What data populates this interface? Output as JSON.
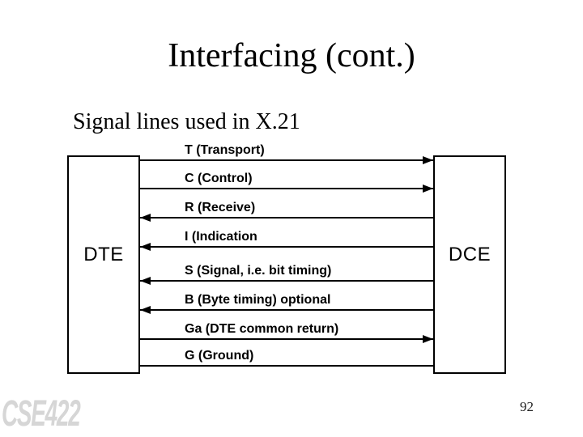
{
  "slide": {
    "title": "Interfacing (cont.)",
    "subtitle": "Signal lines used in X.21"
  },
  "diagram": {
    "left_box": "DTE",
    "right_box": "DCE",
    "signals": [
      {
        "label": "T (Transport)",
        "direction": "dte-to-dce"
      },
      {
        "label": "C (Control)",
        "direction": "dte-to-dce"
      },
      {
        "label": "R (Receive)",
        "direction": "dce-to-dte"
      },
      {
        "label": "I (Indication",
        "direction": "dce-to-dte"
      },
      {
        "label": "S (Signal, i.e. bit timing)",
        "direction": "dce-to-dte"
      },
      {
        "label": "B (Byte timing) optional",
        "direction": "dce-to-dte"
      },
      {
        "label": "Ga (DTE common return)",
        "direction": "dte-to-dce"
      },
      {
        "label": "G (Ground)",
        "direction": "none"
      }
    ]
  },
  "footer": {
    "watermark": "CSE422",
    "page_number": "92"
  },
  "colors": {
    "background": "#ffffff",
    "line": "#000000",
    "text": "#000000",
    "watermark": "#d6d6d6"
  }
}
